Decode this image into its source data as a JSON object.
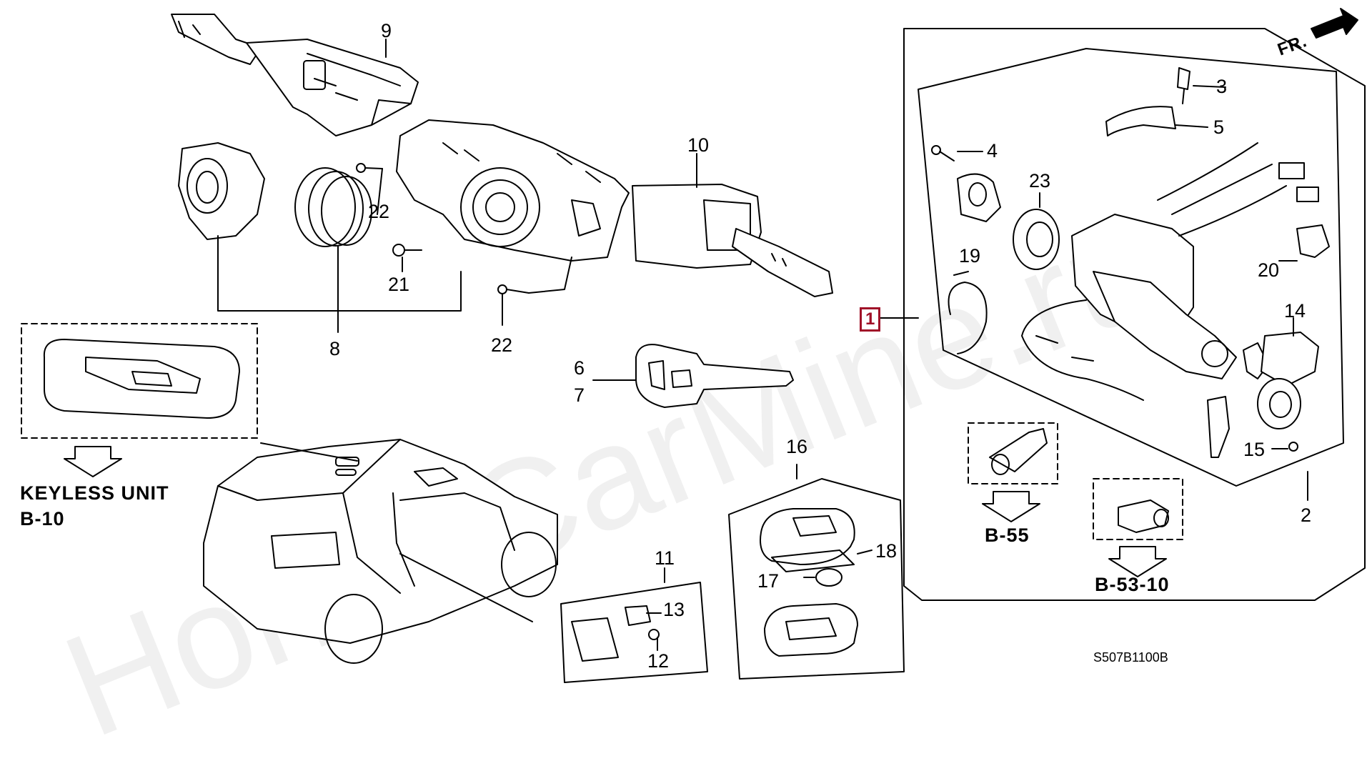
{
  "watermark": "HondaCarMine.ru",
  "direction": "FR.",
  "diagram_code": "S507B1100B",
  "assembly_index": "1",
  "part_numbers": {
    "p2": "2",
    "p3": "3",
    "p4": "4",
    "p5": "5",
    "p6": "6",
    "p7": "7",
    "p8": "8",
    "p9": "9",
    "p10": "10",
    "p11": "11",
    "p12": "12",
    "p13": "13",
    "p14": "14",
    "p15": "15",
    "p16": "16",
    "p17": "17",
    "p18": "18",
    "p19": "19",
    "p20": "20",
    "p21": "21",
    "p22a": "22",
    "p22b": "22",
    "p23": "23"
  },
  "references": {
    "keyless_title": "KEYLESS UNIT",
    "keyless_ref": "B-10",
    "b55": "B-55",
    "b5310": "B-53-10"
  }
}
